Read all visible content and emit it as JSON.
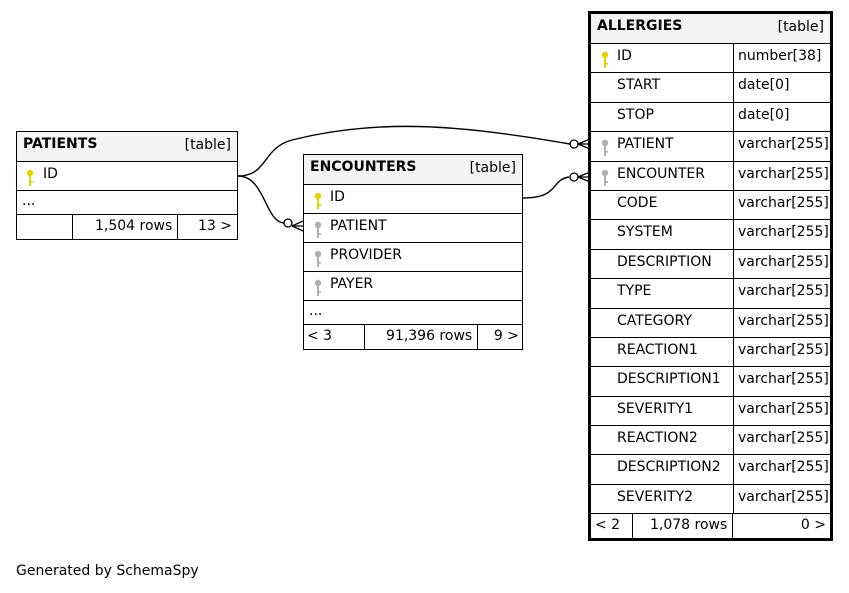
{
  "tables": {
    "patients": {
      "name": "PATIENTS",
      "kind": "[table]",
      "columns": [
        {
          "name": "ID",
          "key": "primary"
        }
      ],
      "more": "...",
      "footer": {
        "left": "",
        "rows": "1,504 rows",
        "right": "13 >"
      }
    },
    "encounters": {
      "name": "ENCOUNTERS",
      "kind": "[table]",
      "columns": [
        {
          "name": "ID",
          "key": "primary"
        },
        {
          "name": "PATIENT",
          "key": "foreign"
        },
        {
          "name": "PROVIDER",
          "key": "foreign"
        },
        {
          "name": "PAYER",
          "key": "foreign"
        }
      ],
      "more": "...",
      "footer": {
        "left": "< 3",
        "rows": "91,396 rows",
        "right": "9 >"
      }
    },
    "allergies": {
      "name": "ALLERGIES",
      "kind": "[table]",
      "columns": [
        {
          "name": "ID",
          "type": "number[38]",
          "key": "primary"
        },
        {
          "name": "START",
          "type": "date[0]",
          "key": "none"
        },
        {
          "name": "STOP",
          "type": "date[0]",
          "key": "none"
        },
        {
          "name": "PATIENT",
          "type": "varchar[255]",
          "key": "foreign"
        },
        {
          "name": "ENCOUNTER",
          "type": "varchar[255]",
          "key": "foreign"
        },
        {
          "name": "CODE",
          "type": "varchar[255]",
          "key": "none"
        },
        {
          "name": "SYSTEM",
          "type": "varchar[255]",
          "key": "none"
        },
        {
          "name": "DESCRIPTION",
          "type": "varchar[255]",
          "key": "none"
        },
        {
          "name": "TYPE",
          "type": "varchar[255]",
          "key": "none"
        },
        {
          "name": "CATEGORY",
          "type": "varchar[255]",
          "key": "none"
        },
        {
          "name": "REACTION1",
          "type": "varchar[255]",
          "key": "none"
        },
        {
          "name": "DESCRIPTION1",
          "type": "varchar[255]",
          "key": "none"
        },
        {
          "name": "SEVERITY1",
          "type": "varchar[255]",
          "key": "none"
        },
        {
          "name": "REACTION2",
          "type": "varchar[255]",
          "key": "none"
        },
        {
          "name": "DESCRIPTION2",
          "type": "varchar[255]",
          "key": "none"
        },
        {
          "name": "SEVERITY2",
          "type": "varchar[255]",
          "key": "none"
        }
      ],
      "footer": {
        "left": "< 2",
        "rows": "1,078 rows",
        "right": "0 >"
      }
    }
  },
  "relationships": [
    {
      "from": "allergies.PATIENT",
      "to": "patients.ID"
    },
    {
      "from": "allergies.ENCOUNTER",
      "to": "encounters.ID"
    },
    {
      "from": "encounters.PATIENT",
      "to": "patients.ID"
    }
  ],
  "colors": {
    "primary_key": "#e6d200",
    "foreign_key": "#b0b0b0",
    "header_bg": "#f4f4f4"
  },
  "credit": "Generated by SchemaSpy"
}
